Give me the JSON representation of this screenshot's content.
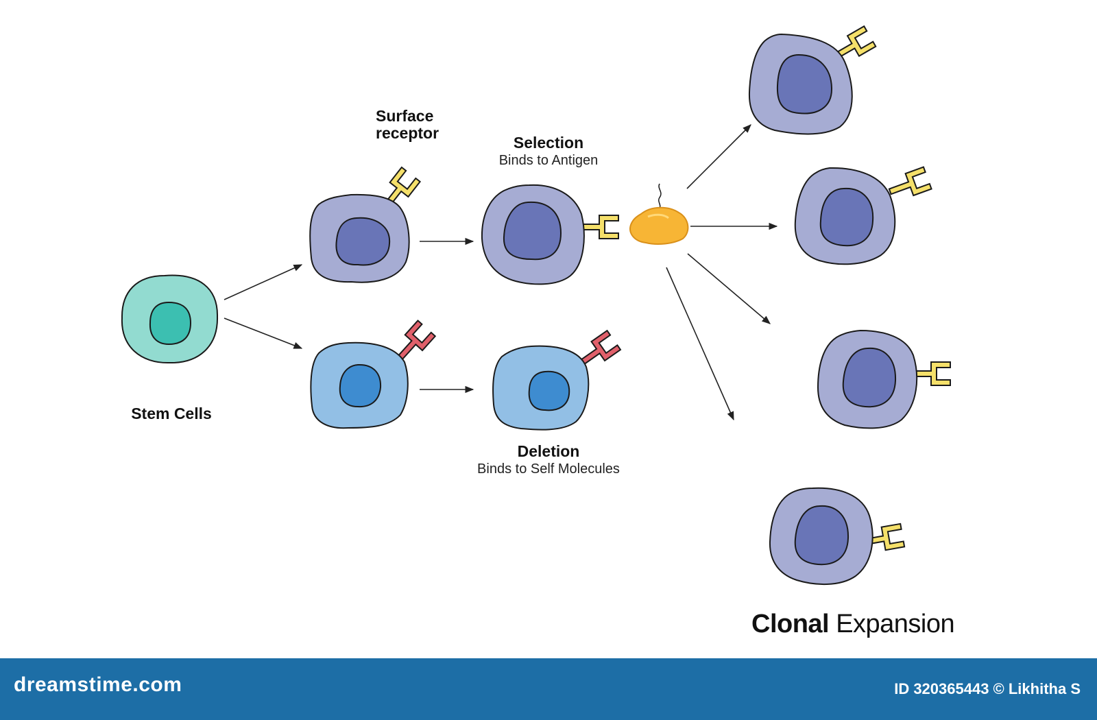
{
  "labels": {
    "surface_receptor_line1": "Surface",
    "surface_receptor_line2": "receptor",
    "selection": "Selection",
    "selection_sub": "Binds to Antigen",
    "deletion": "Deletion",
    "deletion_sub": "Binds to Self Molecules",
    "stem_cells": "Stem Cells",
    "title_bold": "Clonal",
    "title_regular": "Expansion"
  },
  "footer": {
    "logo": "dreamstime.com",
    "id_text": "ID 320365443 © Likhitha S"
  },
  "colors": {
    "stem_outer": "#92dbd0",
    "stem_inner": "#3cbfb1",
    "b_cell_outer": "#a6acd3",
    "b_cell_inner": "#6975b7",
    "deleted_outer": "#92bfe5",
    "deleted_inner": "#3e8cd0",
    "receptor_selected": "#f5e06a",
    "receptor_self": "#e0606b",
    "antigen": "#f7b535",
    "footer_bg": "#1d6ea6"
  },
  "icons": [
    "stem-cell",
    "b-cell",
    "y-receptor",
    "antigen-blob",
    "arrow"
  ]
}
